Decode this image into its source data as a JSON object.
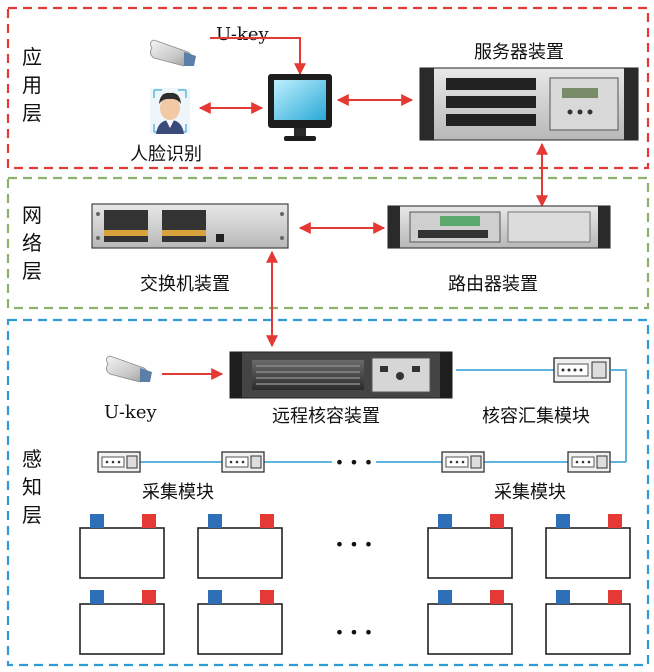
{
  "colors": {
    "app_layer_border": "#e53935",
    "network_layer_border": "#8bb26a",
    "sensing_layer_border": "#2e9bd6",
    "arrow": "#e53935",
    "bus_line": "#2e9bd6",
    "battery_positive": "#e53935",
    "battery_negative": "#2f6fb8"
  },
  "layers": {
    "application": {
      "chars": [
        "应",
        "用",
        "层"
      ],
      "ukey_label": "U-key",
      "face_label": "人脸识别",
      "server_label": "服务器装置"
    },
    "network": {
      "chars": [
        "网",
        "络",
        "层"
      ],
      "switch_label": "交换机装置",
      "router_label": "路由器装置"
    },
    "sensing": {
      "chars": [
        "感",
        "知",
        "层"
      ],
      "ukey_label": "U-key",
      "remote_label": "远程核容装置",
      "aggregation_label": "核容汇集模块",
      "collection_label_left": "采集模块",
      "collection_label_right": "采集模块",
      "ellipsis_modules": "• • •",
      "ellipsis_row1": "• • •",
      "ellipsis_row2": "• • •"
    }
  }
}
